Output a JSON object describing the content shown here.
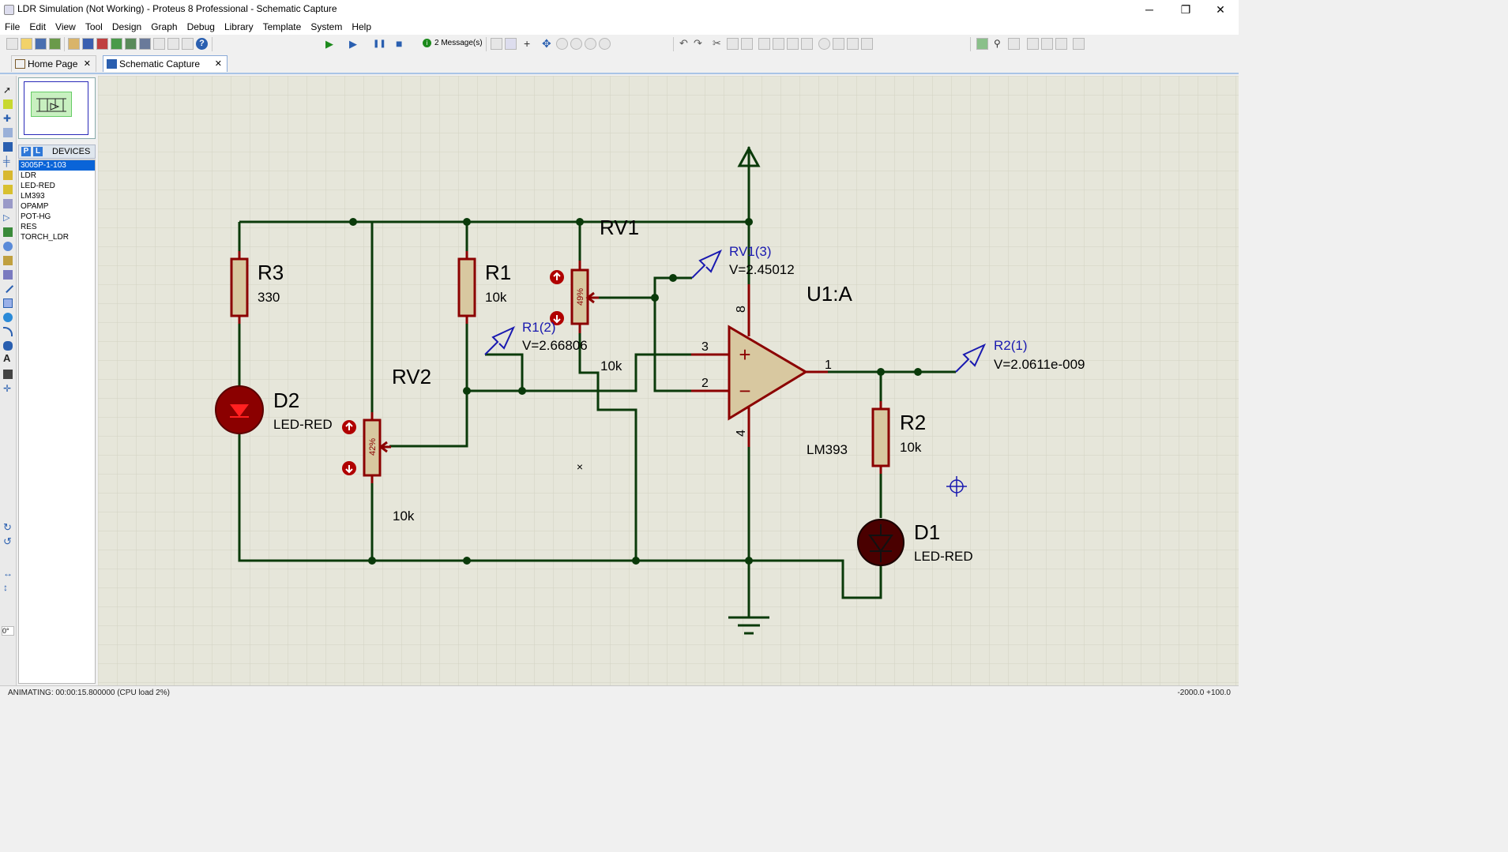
{
  "window": {
    "title": "LDR Simulation (Not Working) - Proteus 8 Professional - Schematic Capture",
    "minimize": "─",
    "maximize": "❐",
    "close": "✕"
  },
  "menu": [
    "File",
    "Edit",
    "View",
    "Tool",
    "Design",
    "Graph",
    "Debug",
    "Library",
    "Template",
    "System",
    "Help"
  ],
  "toolbar": {
    "messages": "2 Message(s)",
    "message_icon": "i",
    "play_glyph": "▶",
    "step_glyph": "▶",
    "pause_glyph": "❚❚",
    "stop_glyph": "■"
  },
  "tabs": [
    {
      "label": "Home Page",
      "close": "✕"
    },
    {
      "label": "Schematic Capture",
      "close": "✕"
    }
  ],
  "sidebar": {
    "angle": "0°",
    "devices_header": "DEVICES",
    "p_label": "P",
    "l_label": "L",
    "devices": [
      "3005P-1-103",
      "LDR",
      "LED-RED",
      "LM393",
      "OPAMP",
      "POT-HG",
      "RES",
      "TORCH_LDR"
    ],
    "selected_index": 0
  },
  "schematic": {
    "components": {
      "r3": {
        "ref": "R3",
        "value": "330"
      },
      "r1": {
        "ref": "R1",
        "value": "10k"
      },
      "rv1": {
        "ref": "RV1",
        "value": "10k",
        "percent": "49%"
      },
      "rv2": {
        "ref": "RV2",
        "value": "10k",
        "percent": "42%"
      },
      "d2": {
        "ref": "D2",
        "value": "LED-RED"
      },
      "d1": {
        "ref": "D1",
        "value": "LED-RED"
      },
      "u1": {
        "ref": "U1:A",
        "part": "LM393",
        "pin_plus": "3",
        "pin_minus": "2",
        "pin_out": "1",
        "pin_vcc": "8",
        "pin_gnd": "4",
        "plus_sign": "+",
        "minus_sign": "−"
      },
      "r2": {
        "ref": "R2",
        "value": "10k"
      }
    },
    "probes": {
      "rv1": {
        "name": "RV1(3)",
        "voltage": "V=2.45012"
      },
      "r1": {
        "name": "R1(2)",
        "voltage": "V=2.66806"
      },
      "r2": {
        "name": "R2(1)",
        "voltage": "V=2.0611e-009"
      }
    },
    "cursor_mark": "×",
    "colors": {
      "wire": "#0a3a0a",
      "component": "#8b0000",
      "probe": "#1a1ab0",
      "canvas": "#e6e6da",
      "grid": "#d4d4c4"
    }
  },
  "status": {
    "text": "ANIMATING: 00:00:15.800000 (CPU load 2%)",
    "coords": "-2000.0   +100.0"
  }
}
